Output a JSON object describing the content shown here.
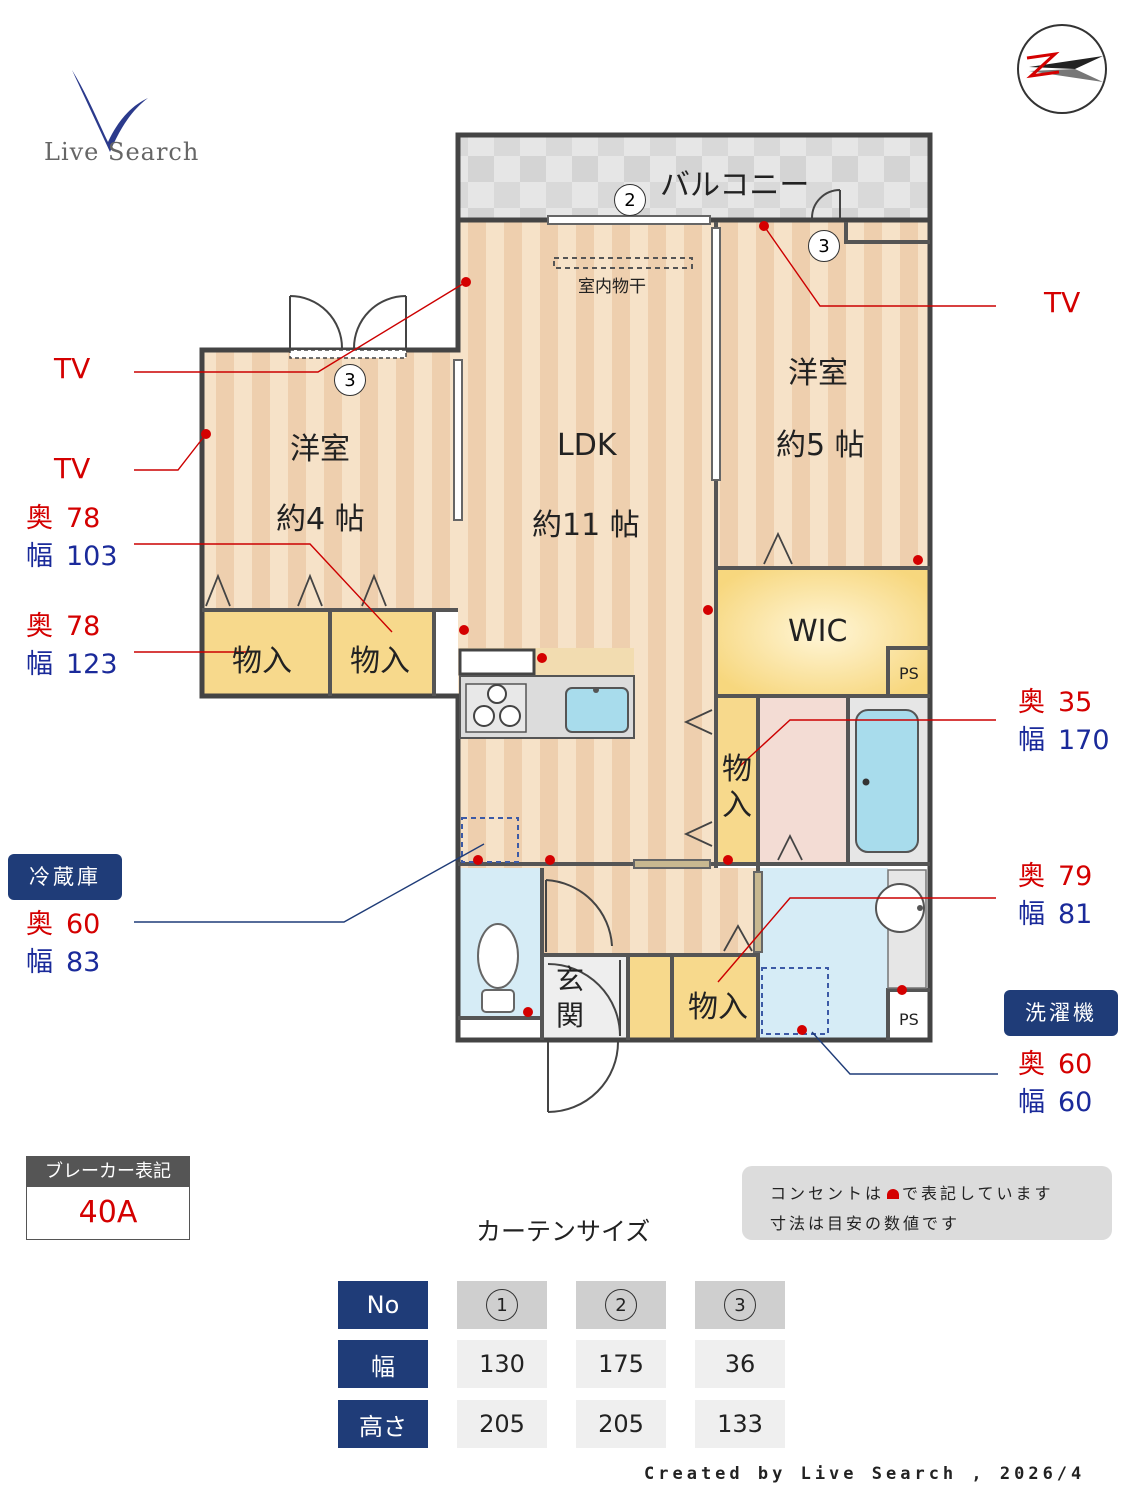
{
  "brand": {
    "name": "Live Search"
  },
  "rooms": {
    "balcony": "バルコニー",
    "drying": "室内物干",
    "ldk_name": "LDK",
    "ldk_size": "約11 帖",
    "west_room_name": "洋室",
    "west_room_size": "約4 帖",
    "east_room_name": "洋室",
    "east_room_size": "約5 帖",
    "wic": "WIC",
    "ps": "PS",
    "storage": "物入",
    "storage_v1": "物",
    "storage_v2": "入",
    "entrance_1": "玄",
    "entrance_2": "関"
  },
  "markers": {
    "m1": "1",
    "m2": "2",
    "m3": "3"
  },
  "callouts": {
    "tv": "TV",
    "depth_label": "奥",
    "width_label": "幅",
    "closet_a": {
      "depth": "78",
      "width": "103"
    },
    "closet_b": {
      "depth": "78",
      "width": "123"
    },
    "storage_c": {
      "depth": "35",
      "width": "170"
    },
    "storage_d": {
      "depth": "79",
      "width": "81"
    },
    "fridge": {
      "tag": "冷蔵庫",
      "depth": "60",
      "width": "83"
    },
    "washer": {
      "tag": "洗濯機",
      "depth": "60",
      "width": "60"
    }
  },
  "breaker": {
    "label": "ブレーカー表記",
    "value": "40A"
  },
  "notice": {
    "line1_pre": "コンセントは",
    "line1_post": "で表記しています",
    "line2": "寸法は目安の数値です"
  },
  "curtain": {
    "title": "カーテンサイズ",
    "header_no": "No",
    "header_width": "幅",
    "header_height": "高さ",
    "columns": [
      {
        "no": "1",
        "width": "130",
        "height": "205"
      },
      {
        "no": "2",
        "width": "175",
        "height": "205"
      },
      {
        "no": "3",
        "width": "36",
        "height": "133"
      }
    ]
  },
  "footer": {
    "credit": "Created by Live Search , 2026/4"
  },
  "colors": {
    "outlet": "#d40000",
    "navy": "#1f3c78",
    "floor": "#f3dcc0",
    "wet": "#d6ecf6"
  }
}
